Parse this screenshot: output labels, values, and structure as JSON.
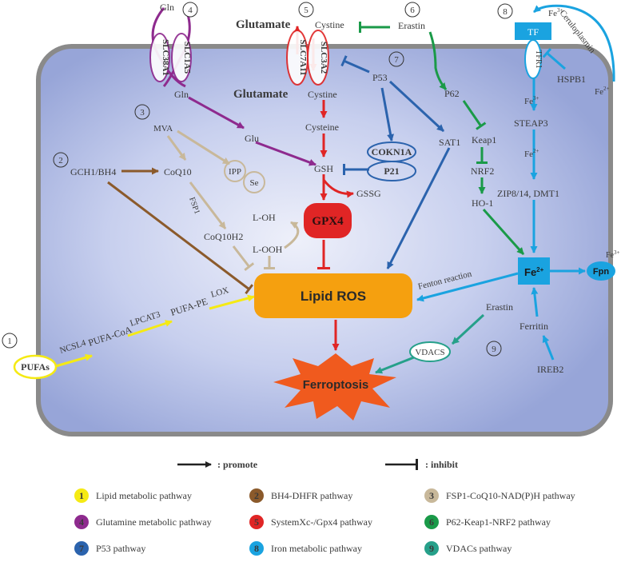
{
  "nodes": {
    "gln_out": "Gln",
    "gln_in": "Gln",
    "glu": "Glu",
    "glutamate_out": "Glutamate",
    "glutamate_in": "Glutamate",
    "cystine_out": "Cystine",
    "cystine_in": "Cystine",
    "cysteine": "Cysteine",
    "gsh": "GSH",
    "gssg": "GSSG",
    "gpx4": "GPX4",
    "loh": "L-OH",
    "looh": "L-OOH",
    "lipid_ros": "Lipid ROS",
    "ferroptosis": "Ferroptosis",
    "erastin_top": "Erastin",
    "erastin_bottom": "Erastin",
    "p53": "P53",
    "p62": "P62",
    "keap1": "Keap1",
    "nrf2": "NRF2",
    "ho1": "HO-1",
    "sat1": "SAT1",
    "cdkn1a": "COKN1A",
    "p21": "P21",
    "mva": "MVA",
    "ipp": "IPP",
    "se": "Se",
    "coq10": "CoQ10",
    "fsp1": "FSP1",
    "coq10h2": "CoQ10H2",
    "gch1": "GCH1/BH4",
    "pufas": "PUFAs",
    "ncsl4": "NCSL4",
    "pufa_coa": "PUFA-CoA",
    "lpcat3": "LPCAT3",
    "pufa_pe": "PUFA-PE",
    "lox": "LOX",
    "vdacs": "VDACS",
    "slc38a1": "SLC38A1",
    "slc1a5": "SLC1A5",
    "slc7a11": "SLC7A11",
    "slc3a2": "SLC3A2",
    "tf": "TF",
    "tfr1": "TFR1",
    "hspb1": "HSPB1",
    "ceruloplasmin": "Ceruloplasmin",
    "fe3_top": "Fe",
    "fe3_top_sup": "3+",
    "fe2_right": "Fe",
    "fe2_right_sup": "2+",
    "fe3_in": "Fe",
    "fe3_in_sup": "3+",
    "steap3": "STEAP3",
    "fe2_in": "Fe",
    "fe2_in_sup": "2+",
    "zip": "ZIP8/14, DMT1",
    "fe2_box": "Fe",
    "fe2_box_sup": "2+",
    "fpn": "Fpn",
    "fe3_fpn": "Fe",
    "fe3_fpn_sup": "3+",
    "fenton": "Fenton reaction",
    "ferritin": "Ferritin",
    "ireb2": "IREB2"
  },
  "numbers": [
    "1",
    "2",
    "3",
    "4",
    "5",
    "6",
    "7",
    "8",
    "9"
  ],
  "legend": {
    "promote": ": promote",
    "inhibit": ": inhibit",
    "items": [
      {
        "num": "1",
        "label": "Lipid metabolic pathway",
        "color": "#f5ea14"
      },
      {
        "num": "2",
        "label": "BH4-DHFR pathway",
        "color": "#8b5a2b"
      },
      {
        "num": "3",
        "label": "FSP1-CoQ10-NAD(P)H pathway",
        "color": "#c8b89a"
      },
      {
        "num": "4",
        "label": "Glutamine metabolic pathway",
        "color": "#8e2a8e"
      },
      {
        "num": "5",
        "label": "SystemXc-/Gpx4 pathway",
        "color": "#e02525"
      },
      {
        "num": "6",
        "label": "P62-Keap1-NRF2 pathway",
        "color": "#1a9a48"
      },
      {
        "num": "7",
        "label": "P53 pathway",
        "color": "#2b63ad"
      },
      {
        "num": "8",
        "label": "Iron metabolic pathway",
        "color": "#1aa3e0"
      },
      {
        "num": "9",
        "label": "VDACs pathway",
        "color": "#26a08a"
      }
    ]
  },
  "colors": {
    "cell_fill": "#aeb9e2",
    "cell_border": "#8a8a8a",
    "lipid": "#f5ea14",
    "bh4": "#8b5a2b",
    "fsp1": "#c8b89a",
    "glutamine": "#8e2a8e",
    "gpx4": "#e02525",
    "p62": "#1a9a48",
    "p53": "#2b63ad",
    "iron": "#1aa3e0",
    "vdac": "#26a08a",
    "ros_box": "#f5a00f",
    "ferro_star": "#f05a1e"
  }
}
